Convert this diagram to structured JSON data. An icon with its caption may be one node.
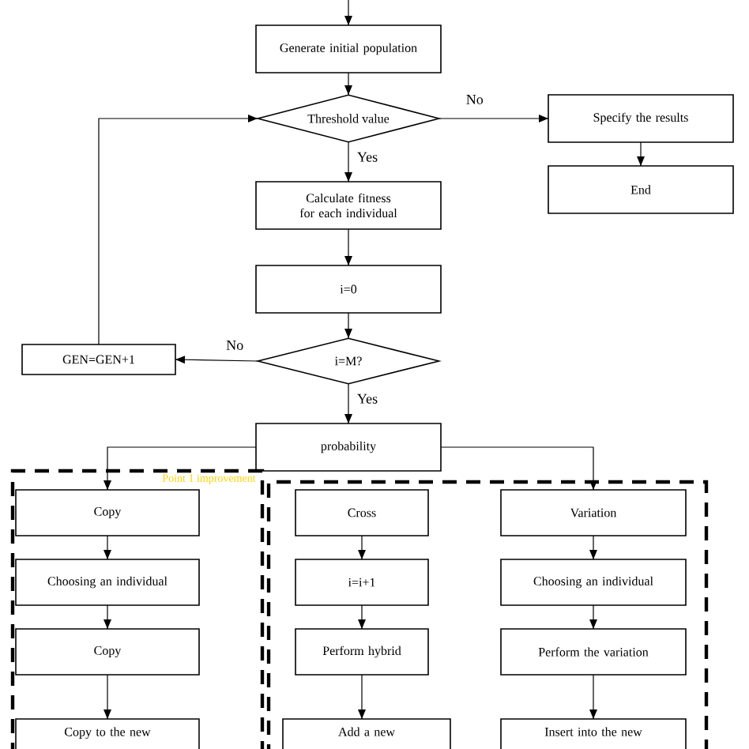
{
  "diagram": {
    "nodes": [
      {
        "text": [
          "Generate initial population"
        ]
      },
      {
        "text": [
          "Threshold value"
        ]
      },
      {
        "text": [
          "Specify the results"
        ]
      },
      {
        "text": [
          "End"
        ]
      },
      {
        "text": [
          "Calculate fitness for each individual"
        ]
      },
      {
        "text": [
          "i=0"
        ]
      },
      {
        "text": [
          "GEN=GEN+1"
        ]
      },
      {
        "text": [
          "i=M?"
        ]
      },
      {
        "text": [
          "probability"
        ]
      },
      {
        "text": [
          "Point 1 improvement"
        ]
      },
      {
        "text": [
          "Copy"
        ],
        "in": 9
      },
      {
        "text": [
          "Choosing an individual"
        ],
        "in": 9
      },
      {
        "text": [
          "Copy"
        ],
        "in": 9
      },
      {
        "text": [
          "Copy to the new"
        ],
        "in": 9
      },
      {
        "text": [],
        "shape": "box"
      },
      {
        "text": [
          "Cross"
        ],
        "in": 14
      },
      {
        "text": [
          "i=i+1"
        ],
        "in": 14
      },
      {
        "text": [
          "Perform hybrid"
        ],
        "in": 14
      },
      {
        "text": [
          "Add a new"
        ],
        "in": 14
      },
      {
        "text": [
          "Variation"
        ],
        "in": 14
      },
      {
        "text": [
          "Choosing an individual"
        ],
        "in": 14
      },
      {
        "text": [
          "Perform the variation"
        ],
        "in": 14
      },
      {
        "text": [
          "Insert into the new"
        ],
        "in": 14
      }
    ],
    "edges": [
      {
        "from": null,
        "to": 0,
        "arrow": "to"
      },
      {
        "from": 0,
        "to": 1,
        "arrow": "to"
      },
      {
        "from": 1,
        "to": 2,
        "arrow": "to",
        "label": "No"
      },
      {
        "from": 1,
        "to": 4,
        "arrow": "to",
        "label": "Yes"
      },
      {
        "from": 2,
        "to": 3,
        "arrow": "to"
      },
      {
        "from": 4,
        "to": 5,
        "arrow": "to"
      },
      {
        "from": 5,
        "to": 7,
        "arrow": "to"
      },
      {
        "from": 7,
        "to": 6,
        "arrow": "to",
        "label": "No"
      },
      {
        "from": 7,
        "to": 8,
        "arrow": "to",
        "label": "Yes"
      },
      {
        "from": 6,
        "to": 1,
        "arrow": "to"
      },
      {
        "from": 8,
        "to": 10,
        "arrow": "to"
      },
      {
        "from": 8,
        "to": 19,
        "arrow": "to"
      },
      {
        "from": 10,
        "to": 11,
        "arrow": "to"
      },
      {
        "from": 11,
        "to": 12,
        "arrow": "to"
      },
      {
        "from": 12,
        "to": 13,
        "arrow": "to"
      },
      {
        "from": 15,
        "to": 16,
        "arrow": "to"
      },
      {
        "from": 16,
        "to": 17,
        "arrow": "to"
      },
      {
        "from": 17,
        "to": 18,
        "arrow": "to"
      },
      {
        "from": 19,
        "to": 20,
        "arrow": "to"
      },
      {
        "from": 20,
        "to": 21,
        "arrow": "to"
      },
      {
        "from": 21,
        "to": 22,
        "arrow": "to"
      }
    ]
  }
}
